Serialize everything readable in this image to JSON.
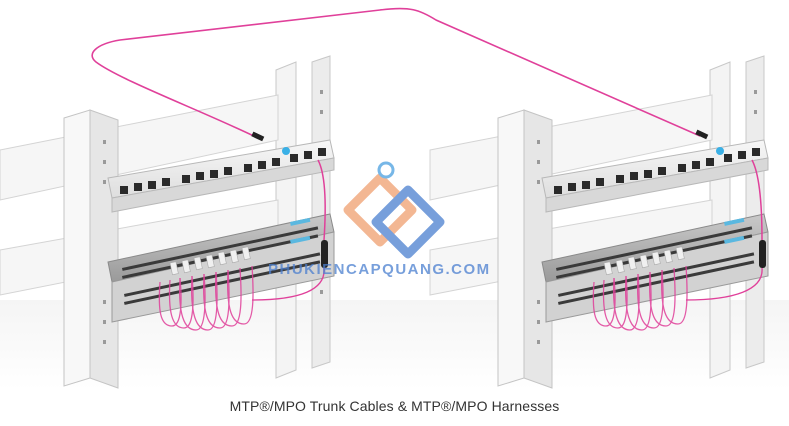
{
  "caption": "MTP®/MPO Trunk Cables & MTP®/MPO Harnesses",
  "watermark": {
    "text": "PHUKIENCAPQUANG.COM",
    "colors": {
      "blue": "#4a7fd0",
      "orange": "#f0a070",
      "gray": "#6a6a6a"
    }
  },
  "colors": {
    "cable": "#e0409a",
    "cable_light": "#f0a0c8",
    "rack": "#f2f2f2",
    "rack_edge": "#c8c8c8",
    "device_dark": "#2a2a2a",
    "port_blue": "#3ab0e6"
  },
  "diagram": {
    "racks": [
      {
        "name": "left-rack",
        "harness_count": 7
      },
      {
        "name": "right-rack",
        "harness_count": 7
      }
    ]
  }
}
